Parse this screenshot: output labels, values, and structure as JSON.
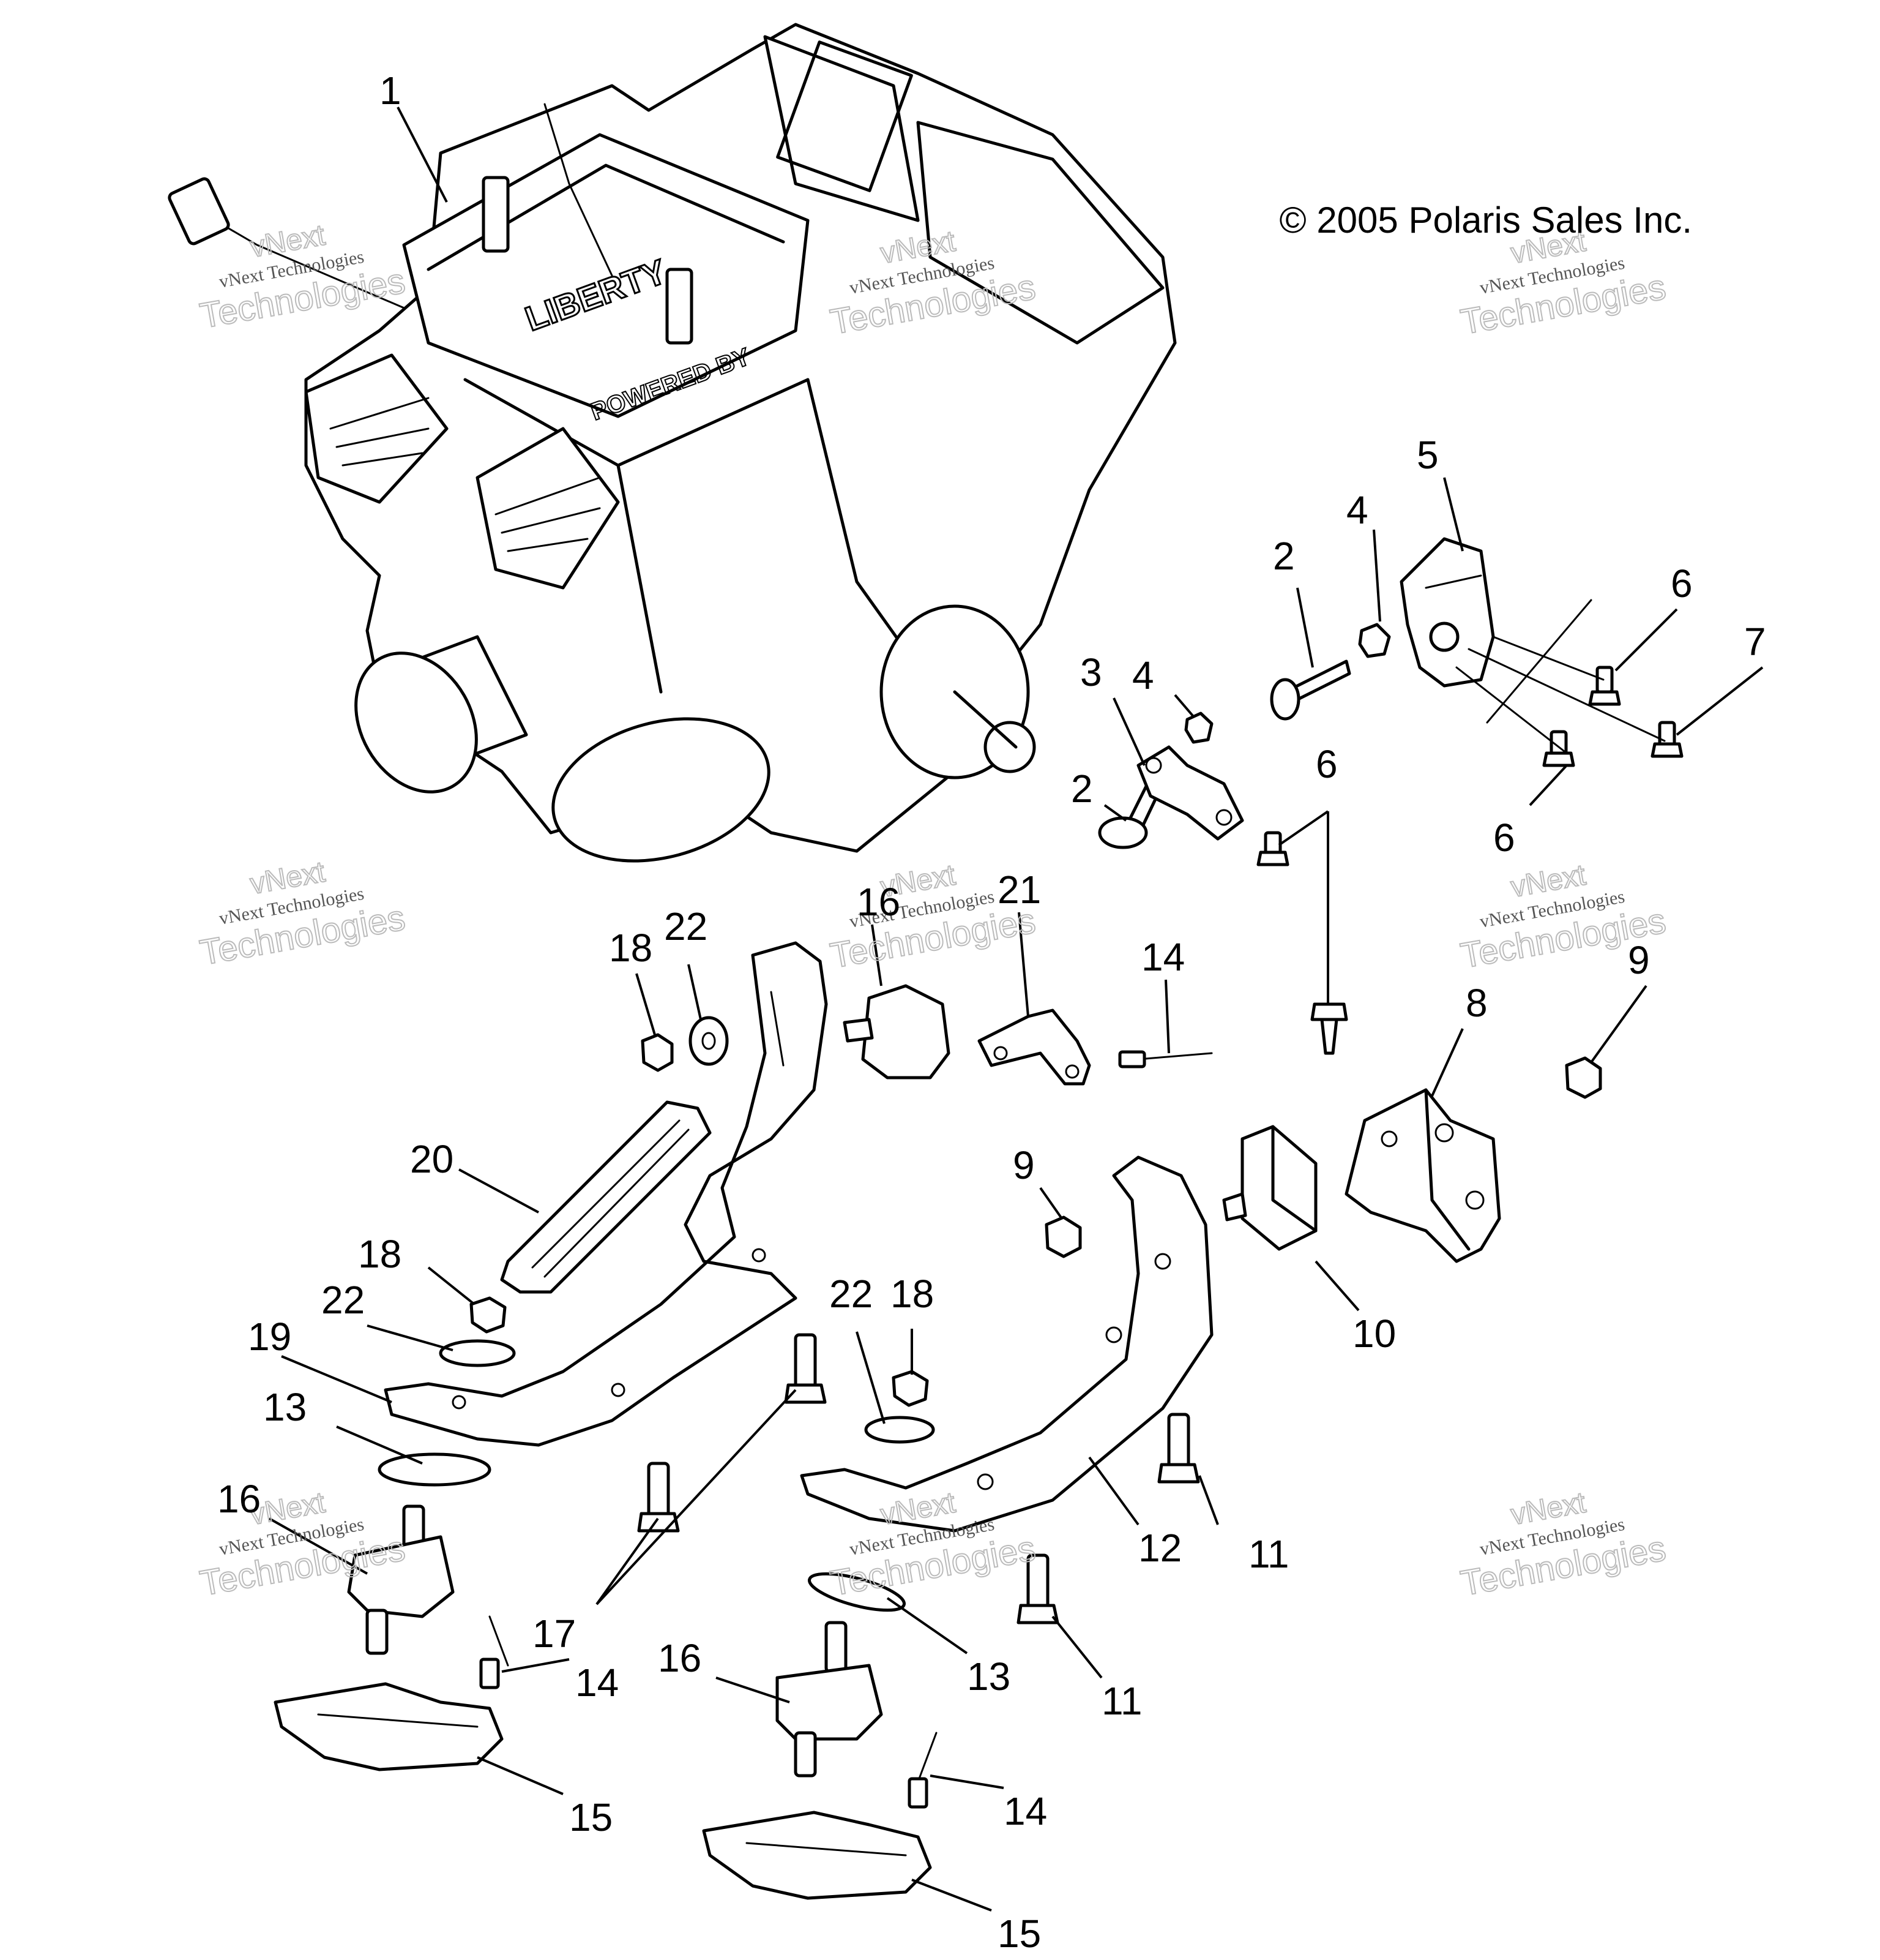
{
  "copyright": "© 2005 Polaris Sales Inc.",
  "watermark": {
    "line1": "vNext Technologies",
    "line2": "vNext",
    "line3": "Technologies"
  },
  "engine_text": {
    "head_badge": "LIBERTY",
    "powered_by": "POWERED BY"
  },
  "callouts": [
    {
      "id": "c1",
      "label": "1"
    },
    {
      "id": "c2a",
      "label": "2"
    },
    {
      "id": "c2b",
      "label": "2"
    },
    {
      "id": "c3",
      "label": "3"
    },
    {
      "id": "c4a",
      "label": "4"
    },
    {
      "id": "c4b",
      "label": "4"
    },
    {
      "id": "c5",
      "label": "5"
    },
    {
      "id": "c6a",
      "label": "6"
    },
    {
      "id": "c6b",
      "label": "6"
    },
    {
      "id": "c6c",
      "label": "6"
    },
    {
      "id": "c7",
      "label": "7"
    },
    {
      "id": "c8",
      "label": "8"
    },
    {
      "id": "c9a",
      "label": "9"
    },
    {
      "id": "c9b",
      "label": "9"
    },
    {
      "id": "c10",
      "label": "10"
    },
    {
      "id": "c11a",
      "label": "11"
    },
    {
      "id": "c11b",
      "label": "11"
    },
    {
      "id": "c12",
      "label": "12"
    },
    {
      "id": "c13a",
      "label": "13"
    },
    {
      "id": "c13b",
      "label": "13"
    },
    {
      "id": "c14a",
      "label": "14"
    },
    {
      "id": "c14b",
      "label": "14"
    },
    {
      "id": "c14c",
      "label": "14"
    },
    {
      "id": "c15a",
      "label": "15"
    },
    {
      "id": "c15b",
      "label": "15"
    },
    {
      "id": "c16a",
      "label": "16"
    },
    {
      "id": "c16b",
      "label": "16"
    },
    {
      "id": "c16c",
      "label": "16"
    },
    {
      "id": "c17",
      "label": "17"
    },
    {
      "id": "c18a",
      "label": "18"
    },
    {
      "id": "c18b",
      "label": "18"
    },
    {
      "id": "c18c",
      "label": "18"
    },
    {
      "id": "c19",
      "label": "19"
    },
    {
      "id": "c20",
      "label": "20"
    },
    {
      "id": "c21",
      "label": "21"
    },
    {
      "id": "c22a",
      "label": "22"
    },
    {
      "id": "c22b",
      "label": "22"
    },
    {
      "id": "c22c",
      "label": "22"
    }
  ]
}
